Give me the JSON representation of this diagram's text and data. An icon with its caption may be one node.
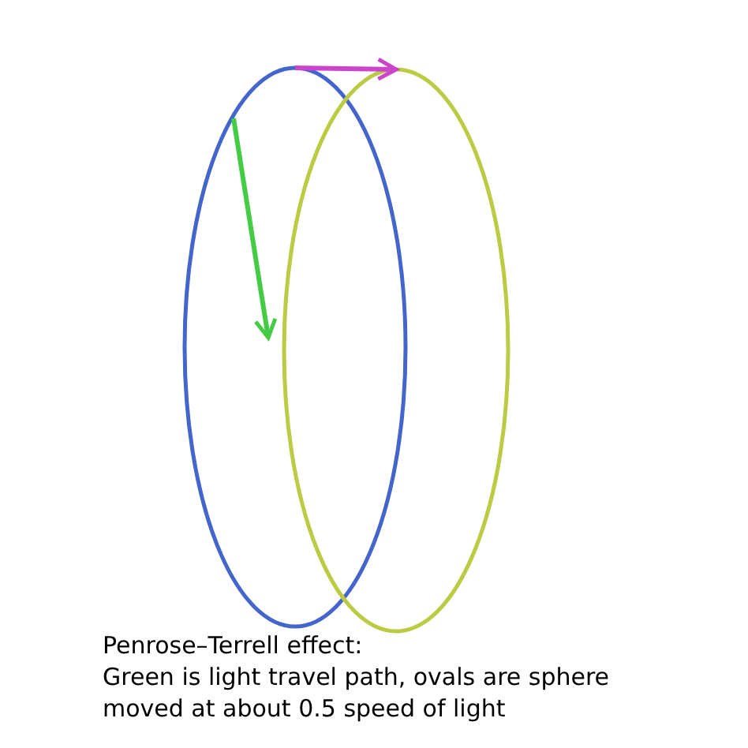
{
  "diagram": {
    "title": "Penrose–Terrell effect:",
    "caption": "Green is light travel path, ovals are sphere moved at about 0.5 speed of light",
    "nodes": [
      {
        "text": [],
        "shape": "ellipse"
      },
      {
        "text": [],
        "shape": "ellipse"
      }
    ],
    "edges": [
      {
        "from": 0,
        "to": 1,
        "arrow": "to",
        "color": "#cc44cc"
      }
    ]
  }
}
